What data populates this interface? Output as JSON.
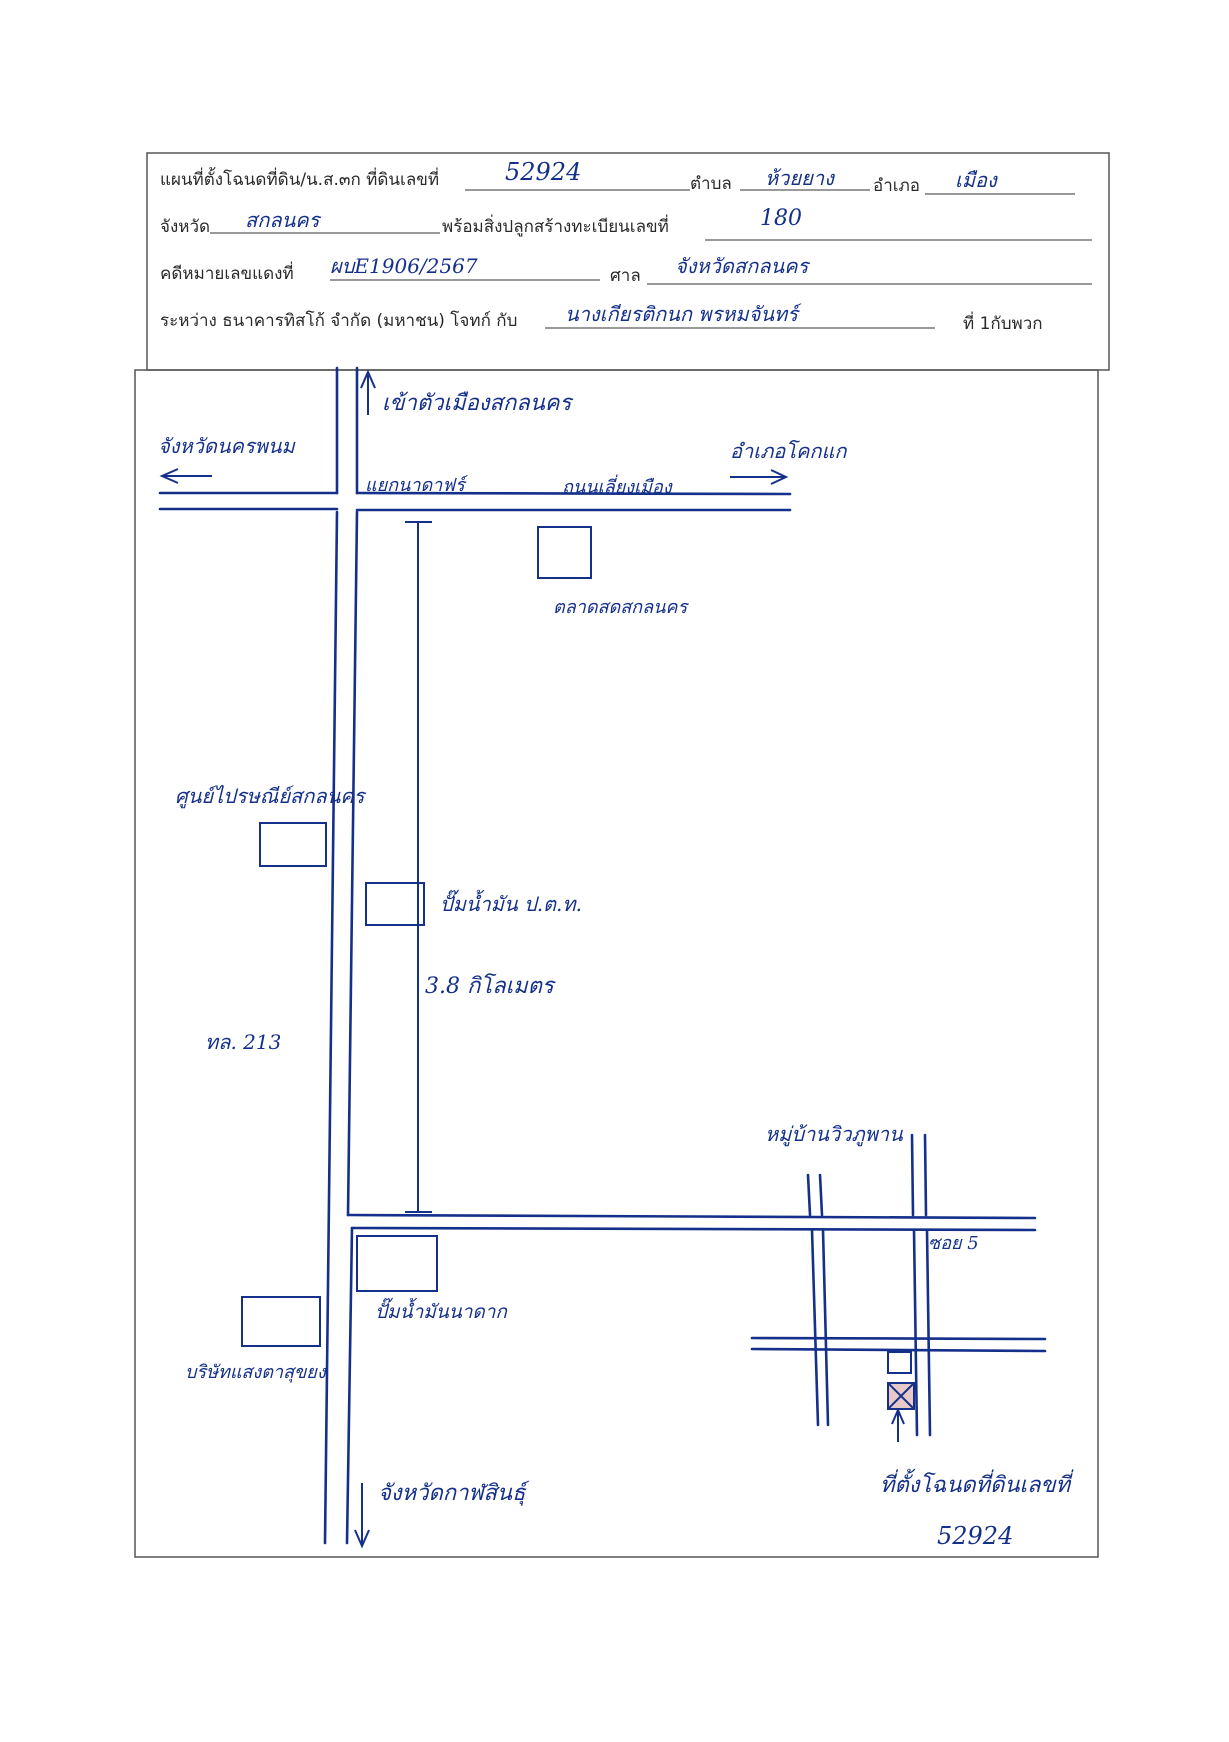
{
  "header": {
    "title_label": "แผนที่ตั้งโฉนดที่ดิน/น.ส.๓ก ที่ดินเลขที่",
    "land_number": "52924",
    "subdistrict_label": "ตำบล",
    "subdistrict": "ห้วยยาง",
    "district_label": "อำเภอ",
    "district": "เมือง",
    "province_label": "จังหวัด",
    "province": "สกลนคร",
    "building_label": "พร้อมสิ่งปลูกสร้างทะเบียนเลขที่",
    "building_number": "180",
    "case_label": "คดีหมายเลขแดงที่",
    "case_number": "ผบE1906/2567",
    "court_label": "ศาล",
    "court": "จังหวัดสกลนคร",
    "between_label": "ระหว่าง ธนาคารทิสโก้ จำกัด (มหาชน) โจทก์ กับ",
    "defendant": "นางเกียรติกนก พรหมจันทร์",
    "defendant_suffix": "ที่ 1กับพวก"
  },
  "map": {
    "to_city": "เข้าตัวเมืองสกลนคร",
    "to_nakhon_phanom": "จังหวัดนครพนม",
    "intersection": "แยกนาดาฟร์",
    "road_name": "ถนนเลี่ยงเมือง",
    "to_khok_kae": "อำเภอโคกแก",
    "market": "ตลาดสดสกลนคร",
    "post_center": "ศูนย์ไปรษณีย์สกลนคร",
    "ptt_station": "ปั๊มน้ำมัน ป.ต.ท.",
    "distance": "3.8 กิโลเมตร",
    "highway": "ทล. 213",
    "village": "หมู่บ้านวิวภูพาน",
    "soi": "ซอย 5",
    "gas_station_2": "ปั๊มน้ำมันนาดาก",
    "company": "บริษัทแสงตาสุขยง",
    "to_kalasin": "จังหวัดกาฬสินธุ์",
    "location_label": "ที่ตั้งโฉนดที่ดินเลขที่",
    "location_number": "52924"
  },
  "colors": {
    "ink": "#15308a",
    "print": "#2a2a2a",
    "border": "#555555",
    "target_fill": "#e7c9c9"
  }
}
